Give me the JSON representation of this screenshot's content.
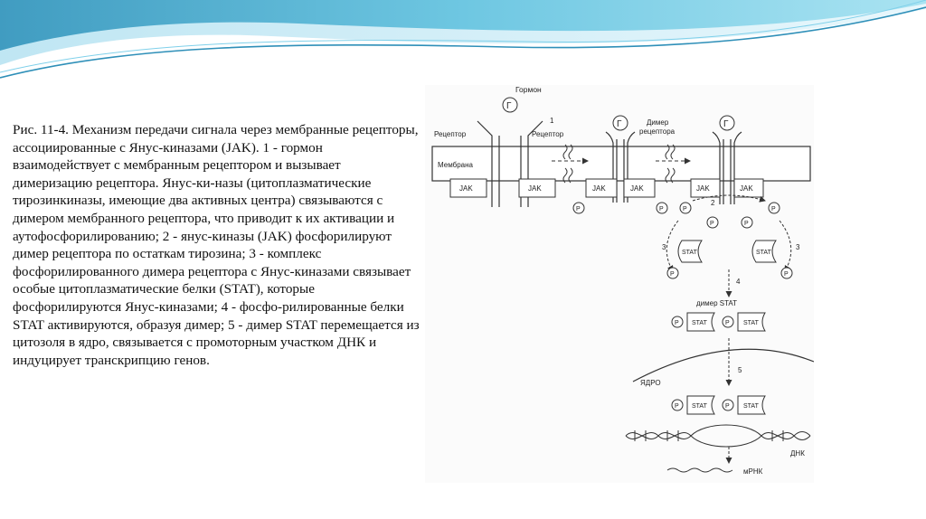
{
  "caption": "Рис. 11-4. Механизм передачи сигнала через мембранные рецепторы, ассоциированные с Янус-киназами (JAK). 1 - гормон взаимодействует с мембранным рецептором и вызывает димеризацию рецептора. Янус-ки-назы (цитоплазматические тирозинкиназы, имеющие два активных центра) связываются с димером мембранного рецептора, что приводит к их активации и аутофосфорилированию; 2 - янус-киназы (JAK) фосфорилируют димер рецептора по остаткам тирозина; 3 - комплекс фосфорилированного димера рецептора с Янус-киназами связывает особые цитоплазматические белки (STAT), которые фосфорилируются Янус-киназами; 4 - фосфо-рилированные белки STAT активируются, образуя димер; 5 - димер STAT перемещается из цитозоля в ядро, связывается с промоторным участком ДНК и индуцирует транскрипцию генов.",
  "diagram": {
    "hormone_label": "Гормон",
    "hormone_letter": "Г",
    "receptor_label": "Рецептор",
    "membrane_label": "Мембрана",
    "dimer_receptor_label_line1": "Димер",
    "dimer_receptor_label_line2": "рецептора",
    "jak_label": "JAK",
    "p_label": "P",
    "stat_label": "STAT",
    "stat_dimer_label": "димер STAT",
    "nucleus_label": "ЯДРО",
    "dna_label": "ДНК",
    "mrna_label": "мРНК",
    "step_1": "1",
    "step_2": "2",
    "step_3": "3",
    "step_4": "4",
    "step_5": "5"
  }
}
